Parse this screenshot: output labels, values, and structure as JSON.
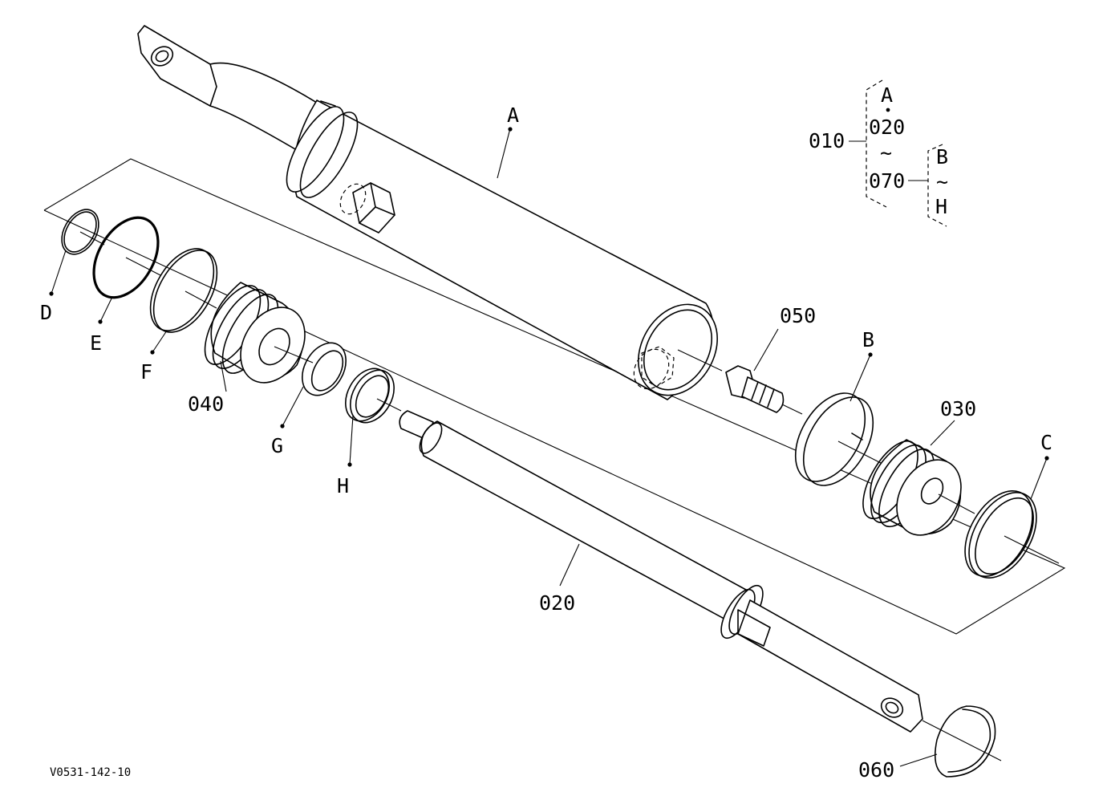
{
  "callouts": {
    "A": "A",
    "B": "B",
    "C": "C",
    "D": "D",
    "E": "E",
    "F": "F",
    "G": "G",
    "H": "H",
    "p010": "010",
    "p020": "020",
    "p030": "030",
    "p040": "040",
    "p050": "050",
    "p060": "060"
  },
  "legend": {
    "assembly": "010",
    "range_start": "A",
    "range_from": "020",
    "range_sep": "~",
    "range_to": "070",
    "kit_start": "B",
    "kit_sep": "~",
    "kit_end": "H"
  },
  "drawing_code": "V0531-142-10",
  "colors": {
    "line": "#000000",
    "background": "#ffffff"
  }
}
